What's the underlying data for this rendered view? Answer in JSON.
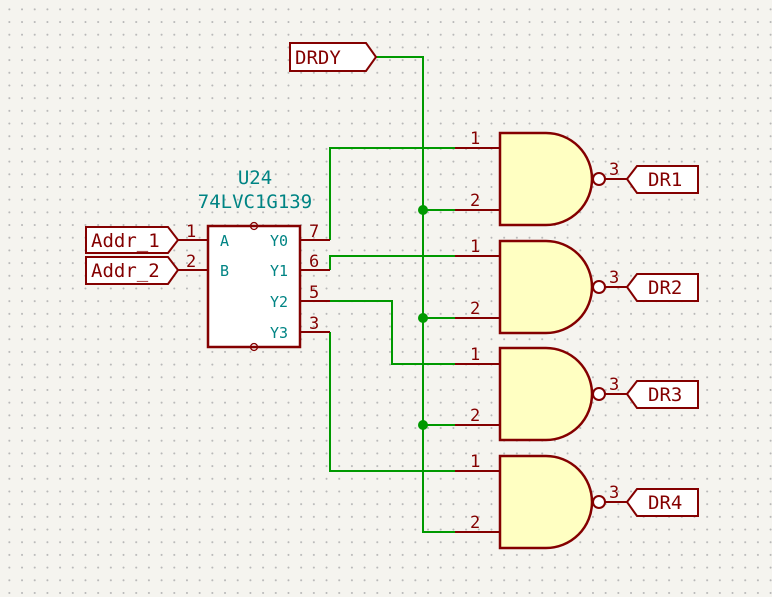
{
  "decoder": {
    "reference": "U24",
    "value": "74LVC1G139",
    "pins": {
      "a": {
        "name": "A",
        "number": "1"
      },
      "b": {
        "name": "B",
        "number": "2"
      },
      "y0": {
        "name": "Y0",
        "number": "7"
      },
      "y1": {
        "name": "Y1",
        "number": "6"
      },
      "y2": {
        "name": "Y2",
        "number": "5"
      },
      "y3": {
        "name": "Y3",
        "number": "3"
      }
    }
  },
  "labels": {
    "drdy": "DRDY",
    "addr1": "Addr_1",
    "addr2": "Addr_2",
    "dr1": "DR1",
    "dr2": "DR2",
    "dr3": "DR3",
    "dr4": "DR4"
  },
  "gates": [
    {
      "in1": "1",
      "in2": "2",
      "out": "3"
    },
    {
      "in1": "1",
      "in2": "2",
      "out": "3"
    },
    {
      "in1": "1",
      "in2": "2",
      "out": "3"
    },
    {
      "in1": "1",
      "in2": "2",
      "out": "3"
    }
  ]
}
